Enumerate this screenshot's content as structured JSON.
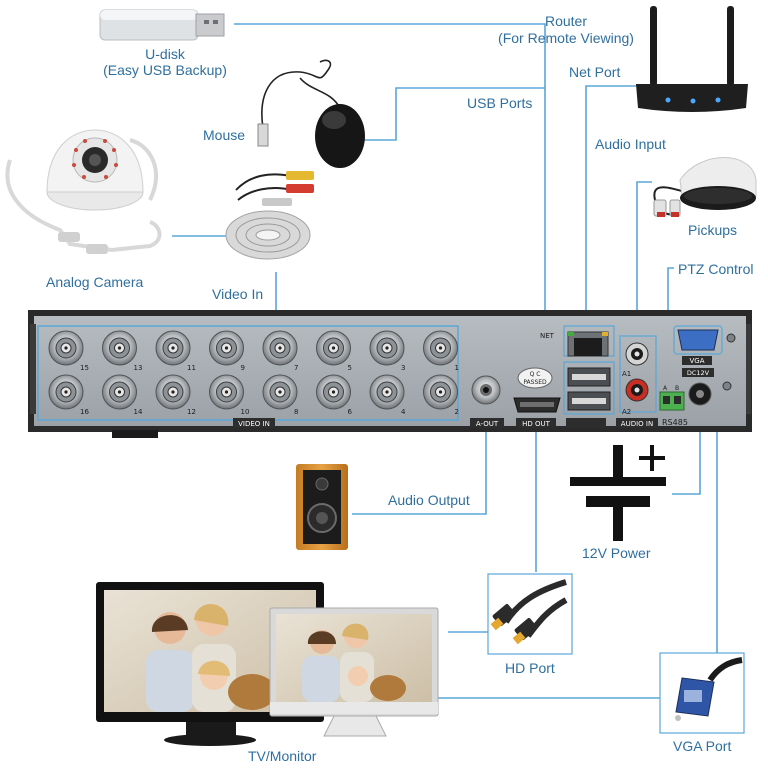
{
  "labels": {
    "udisk": "U-disk",
    "udisk_sub": "(Easy USB Backup)",
    "router": "Router",
    "router_sub": "(For Remote Viewing)",
    "net_port": "Net Port",
    "usb_ports": "USB Ports",
    "mouse": "Mouse",
    "audio_input": "Audio Input",
    "pickups": "Pickups",
    "analog_camera": "Analog Camera",
    "ptz_control": "PTZ Control",
    "video_in": "Video In",
    "audio_output": "Audio Output",
    "power": "12V Power",
    "hd_port": "HD Port",
    "tv_monitor": "TV/Monitor",
    "vga_port": "VGA Port"
  },
  "panel": {
    "net": "NET",
    "video_in": "VIDEO IN",
    "a_out": "A-OUT",
    "hd_out": "HD OUT",
    "audio_in": "AUDIO IN",
    "rs485": "RS485",
    "vga": "VGA",
    "dc12v": "DC12V",
    "qc_line1": "Q C",
    "qc_line2": "PASSED",
    "a1": "A1",
    "a2": "A2",
    "a": "A",
    "b": "B",
    "top_channels": [
      "15",
      "13",
      "11",
      "9",
      "7",
      "5",
      "3",
      "1"
    ],
    "bottom_channels": [
      "16",
      "14",
      "12",
      "10",
      "8",
      "6",
      "4",
      "2"
    ]
  },
  "colors": {
    "callout": "#2f6f9f",
    "line": "#5aa7d8",
    "panel_body": "#a8adb2",
    "frame": "#2a2a2a"
  },
  "icons": [
    "usb-drive-icon",
    "router-icon",
    "mouse-icon",
    "dome-camera-icon",
    "microphone-icon",
    "bnc-cable-icon",
    "speaker-icon",
    "hdmi-cable-icon",
    "vga-cable-icon",
    "monitor-icon",
    "dc-power-symbol-icon"
  ]
}
